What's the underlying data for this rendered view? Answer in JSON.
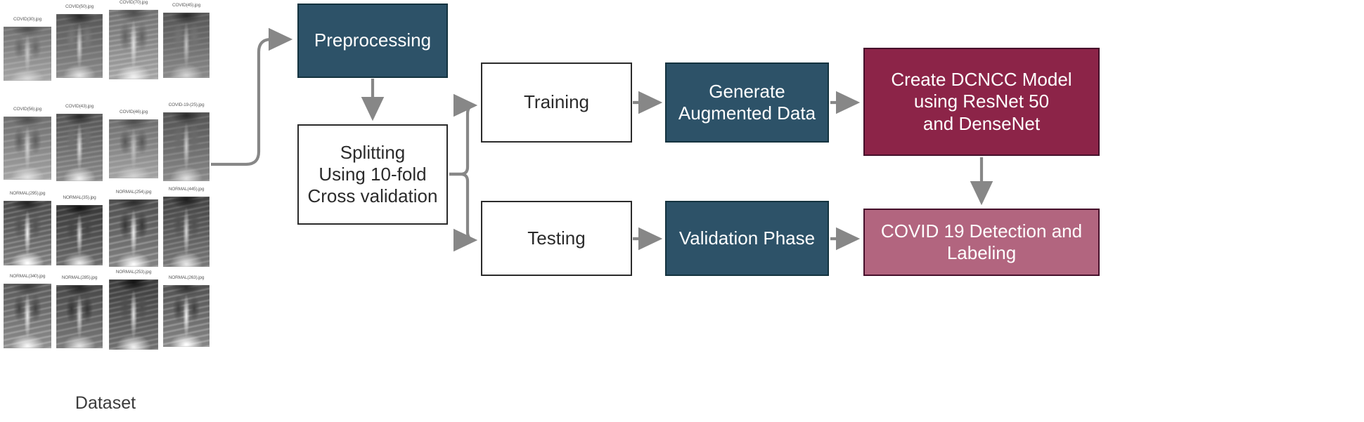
{
  "diagram": {
    "title": "COVID-19 detection pipeline flowchart",
    "dataset_caption": "Dataset",
    "colors": {
      "teal": "#2d5268",
      "teal_border": "#14333f",
      "maroon": "#8c2448",
      "rose": "#b2657f",
      "maroon_border": "#45102b",
      "plain_border": "#2b2b2b",
      "arrow": "#878787",
      "background": "#ffffff",
      "text_dark": "#2b2b2b",
      "text_light": "#ffffff"
    },
    "nodes": [
      {
        "id": "preprocessing",
        "label": "Preprocessing"
      },
      {
        "id": "splitting",
        "label": "Splitting\nUsing 10-fold\nCross validation"
      },
      {
        "id": "training",
        "label": "Training"
      },
      {
        "id": "augment",
        "label": "Generate\nAugmented Data"
      },
      {
        "id": "dcncc",
        "label": "Create DCNCC Model\nusing ResNet 50\nand DenseNet"
      },
      {
        "id": "testing",
        "label": "Testing"
      },
      {
        "id": "validation",
        "label": "Validation Phase"
      },
      {
        "id": "detection",
        "label": "COVID 19 Detection and\nLabeling"
      }
    ],
    "node_labels": {
      "preprocessing": "Preprocessing",
      "splitting_line1": "Splitting",
      "splitting_line2": "Using 10-fold",
      "splitting_line3": "Cross validation",
      "training": "Training",
      "augment_line1": "Generate",
      "augment_line2": "Augmented Data",
      "dcncc_line1": "Create DCNCC Model",
      "dcncc_line2": "using ResNet 50",
      "dcncc_line3": "and DenseNet",
      "testing": "Testing",
      "validation": "Validation Phase",
      "detection_line1": "COVID 19 Detection and",
      "detection_line2": "Labeling"
    },
    "edges": [
      {
        "from": "dataset",
        "to": "preprocessing"
      },
      {
        "from": "preprocessing",
        "to": "splitting"
      },
      {
        "from": "splitting",
        "to": "training"
      },
      {
        "from": "splitting",
        "to": "testing"
      },
      {
        "from": "training",
        "to": "augment"
      },
      {
        "from": "augment",
        "to": "dcncc"
      },
      {
        "from": "dcncc",
        "to": "detection"
      },
      {
        "from": "testing",
        "to": "validation"
      },
      {
        "from": "validation",
        "to": "detection"
      }
    ]
  },
  "dataset": {
    "caption": "Dataset",
    "thumbnails": [
      {
        "file": "COVID(30).jpg",
        "row": 0,
        "col": 0
      },
      {
        "file": "COVID(50).jpg",
        "row": 0,
        "col": 1
      },
      {
        "file": "COVID(70).jpg",
        "row": 0,
        "col": 2
      },
      {
        "file": "COVID(45).jpg",
        "row": 0,
        "col": 3
      },
      {
        "file": "COVID(56).jpg",
        "row": 1,
        "col": 0
      },
      {
        "file": "COVID(43).jpg",
        "row": 1,
        "col": 1
      },
      {
        "file": "COVID(46).jpg",
        "row": 1,
        "col": 2
      },
      {
        "file": "COVID-19-(25).jpg",
        "row": 1,
        "col": 3
      },
      {
        "file": "NORMAL(295).jpg",
        "row": 2,
        "col": 0
      },
      {
        "file": "NORMAL(35).jpg",
        "row": 2,
        "col": 1
      },
      {
        "file": "NORMAL(254).jpg",
        "row": 2,
        "col": 2
      },
      {
        "file": "NORMAL(445).jpg",
        "row": 2,
        "col": 3
      },
      {
        "file": "NORMAL(340).jpg",
        "row": 3,
        "col": 0
      },
      {
        "file": "NORMAL(285).jpg",
        "row": 3,
        "col": 1
      },
      {
        "file": "NORMAL(253).jpg",
        "row": 3,
        "col": 2
      },
      {
        "file": "NORMAL(263).jpg",
        "row": 3,
        "col": 3
      }
    ]
  }
}
